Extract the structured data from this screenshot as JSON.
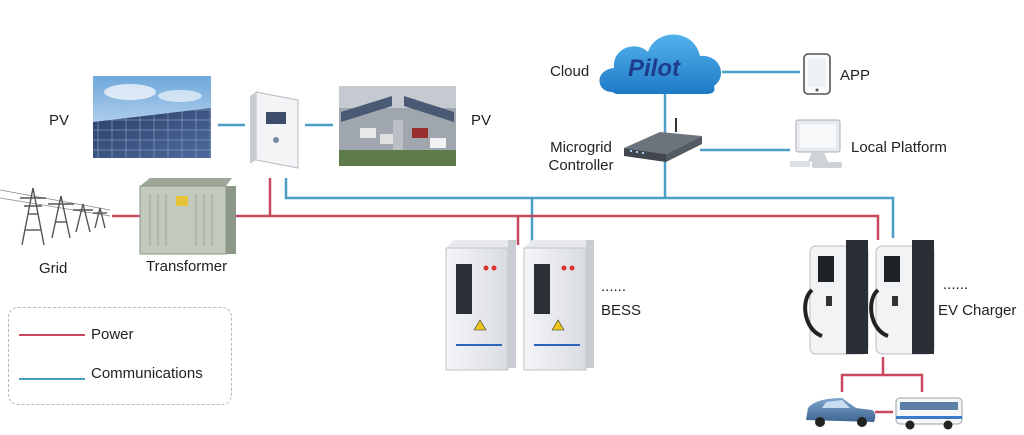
{
  "colors": {
    "power": "#c8485e",
    "communications": "#4a9ec6",
    "cloud_fill": "#2c8ad3",
    "cloud_text": "#1e3d8a"
  },
  "labels": {
    "pv_left": "PV",
    "pv_right": "PV",
    "grid": "Grid",
    "transformer": "Transformer",
    "cloud": "Cloud",
    "cloud_brand": "Pilot",
    "app": "APP",
    "microgrid_controller_line1": "Microgrid",
    "microgrid_controller_line2": "Controller",
    "local_platform": "Local Platform",
    "bess": "BESS",
    "bess_more": "......",
    "ev_charger": "EV Charger",
    "ev_charger_more": "......"
  },
  "legend": {
    "power": "Power",
    "communications": "Communications"
  },
  "icons": {
    "pv_panels": "solar-panel-photo",
    "inverter": "inverter-icon",
    "carport": "solar-carport-photo",
    "tower": "transmission-tower-icon",
    "transformer": "transformer-icon",
    "cloud": "cloud-icon",
    "tablet": "tablet-icon",
    "controller": "router-icon",
    "monitor": "monitor-icon",
    "bess_cabinet": "battery-cabinet-icon",
    "charger": "ev-charger-icon",
    "car": "car-icon",
    "bus": "bus-icon"
  }
}
